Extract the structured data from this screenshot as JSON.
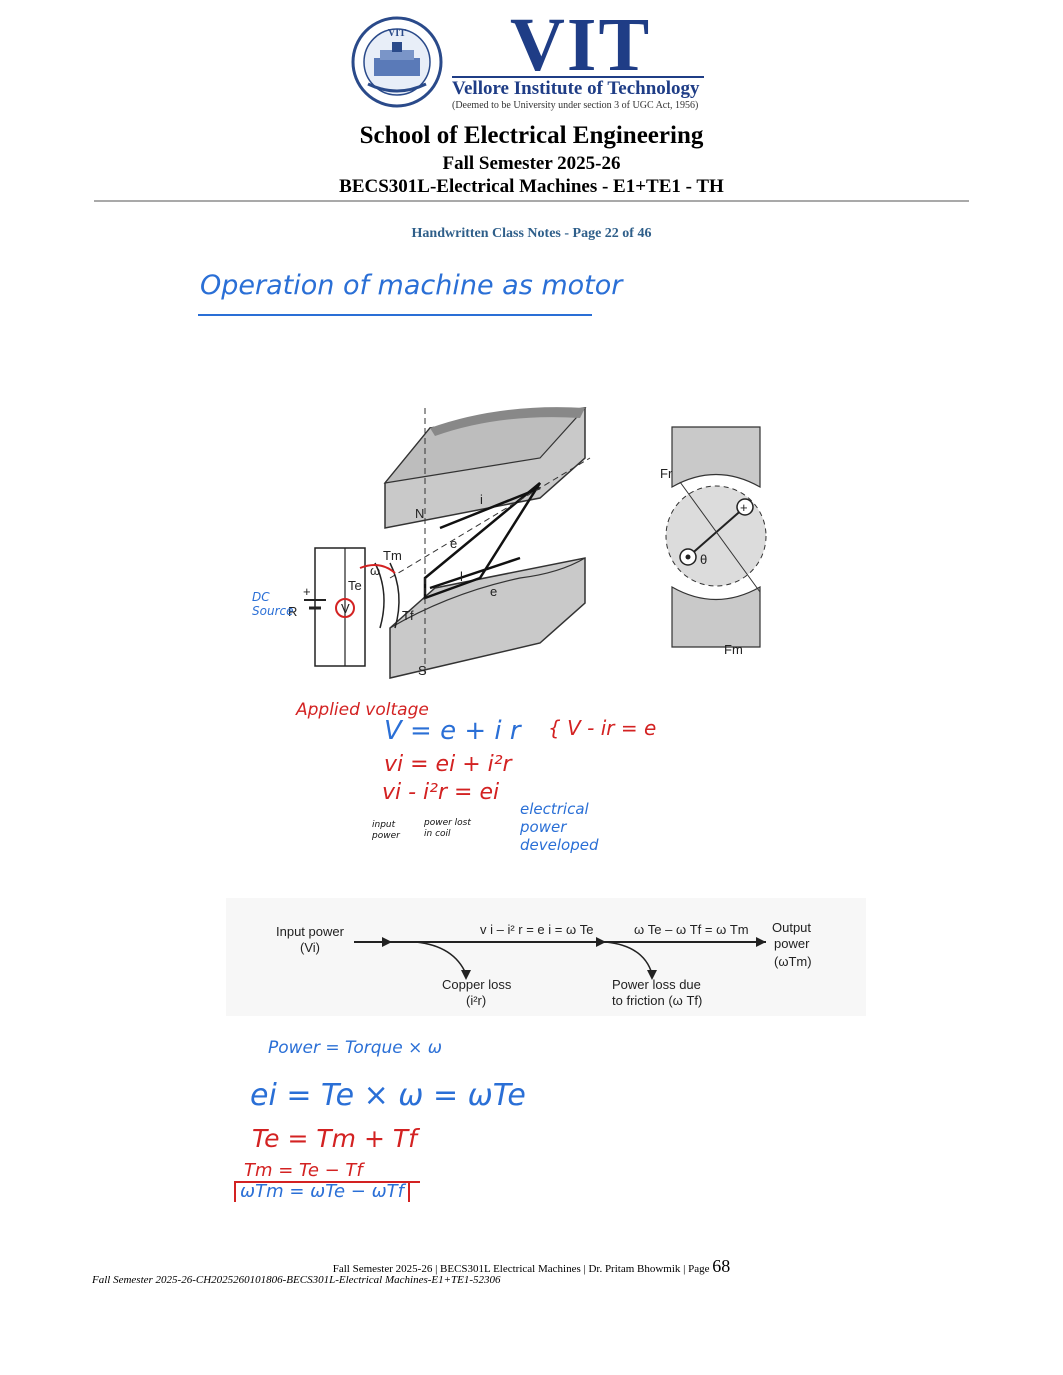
{
  "header": {
    "logo_wordmark": "VIT",
    "logo_name": "Vellore Institute of Technology",
    "logo_tagline": "(Deemed to be University under section 3 of UGC Act, 1956)",
    "logo_seal_text": "VIT",
    "school": "School of Electrical Engineering",
    "semester": "Fall Semester 2025-26",
    "course": "BECS301L-Electrical Machines - E1+TE1 - TH"
  },
  "page_note": "Handwritten Class Notes - Page 22 of 46",
  "notes": {
    "title": "Operation of machine as motor",
    "dc_source": "DC Source",
    "applied_voltage": "Applied voltage",
    "eq1": "V = e + i r",
    "eq1b": "{ V - ir = e",
    "eq2": "vi = ei + i²r",
    "eq3": "vi - i²r = ei",
    "input_power": "input power",
    "power_lost": "power lost in coil",
    "electrical_power": "electrical power developed",
    "power_eq": "Power = Torque × ω",
    "ei_eq": "ei = Te × ω = ωTe",
    "te_eq": "Te = Tm + Tf",
    "tm_eq": "Tm = Te − Tf",
    "wtm_eq": "ωTm = ωTe − ωTf"
  },
  "diagram": {
    "north": "N",
    "south": "S",
    "r_label": "R",
    "plus": "+",
    "i": "i",
    "e": "e",
    "l": "l",
    "tm": "Tm",
    "te": "Te",
    "tf": "Tf",
    "omega": "ω",
    "v": "V",
    "fr": "Fr",
    "fm": "Fm",
    "theta": "θ"
  },
  "flow": {
    "input": "Input power",
    "input_sub": "(Vi)",
    "stage1": "v i – i² r = e i = ω Te",
    "stage2": "ω Te – ω Tf = ω Tm",
    "output": "Output",
    "output2": "power",
    "output3": "(ωTm)",
    "copper": "Copper loss",
    "copper_sub": "(i²r)",
    "friction": "Power loss due",
    "friction2": "to friction (ω Tf)"
  },
  "footer": {
    "line": "Fall Semester 2025-26 | BECS301L Electrical Machines | Dr. Pritam Bhowmik | Page",
    "page_number": "68",
    "line2": "Fall Semester 2025-26-CH2025260101806-BECS301L-Electrical Machines-E1+TE1-52306"
  }
}
